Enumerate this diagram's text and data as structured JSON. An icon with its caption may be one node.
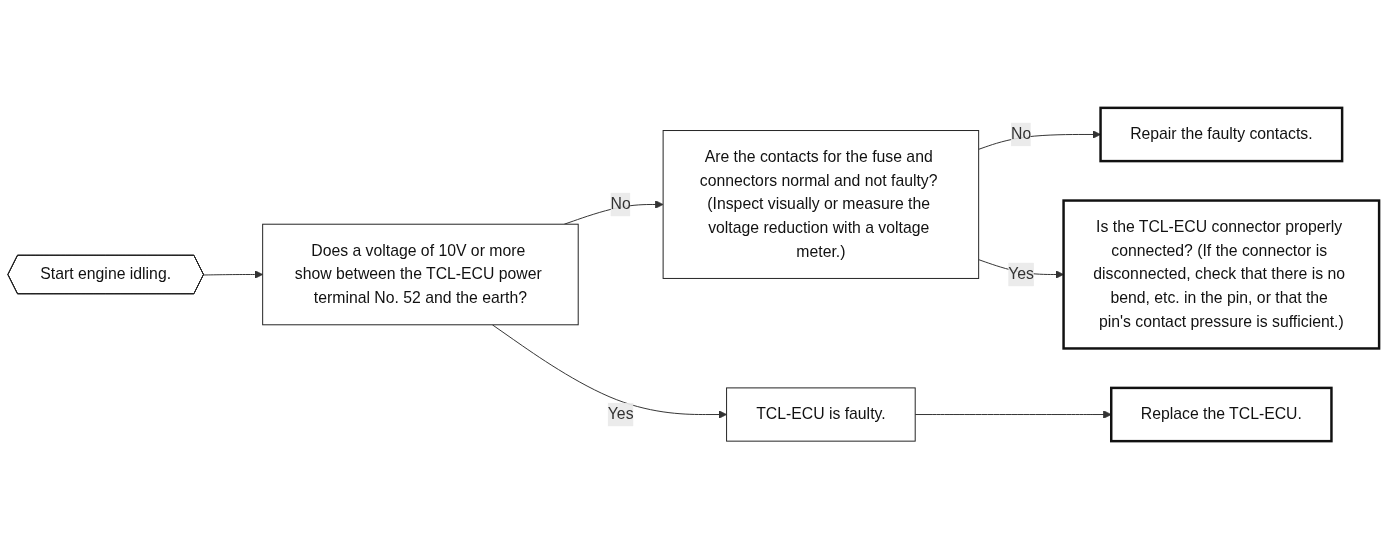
{
  "diagram": {
    "nodes": [
      {
        "text": [
          "Start engine idling."
        ]
      },
      {
        "text": [
          "Does a voltage of 10V or more show between the TCL-ECU power terminal No. 52 and the earth?"
        ]
      },
      {
        "text": [
          "Are the contacts for the fuse and connectors normal and not faulty? (Inspect visually or measure the voltage reduction with a voltage meter.)"
        ]
      },
      {
        "text": [
          "Repair the faulty contacts."
        ]
      },
      {
        "text": [
          "TCL-ECU is faulty."
        ]
      },
      {
        "text": [
          "Replace the TCL-ECU."
        ]
      },
      {
        "text": [
          "Is the TCL-ECU connector properly connected? (If the connector is disconnected, check that there is no bend, etc. in the pin, or that the pin's contact pressure is sufficient.)"
        ]
      }
    ],
    "edges": [
      {
        "from": 0,
        "to": 1,
        "arrow": "to"
      },
      {
        "from": 1,
        "to": 2,
        "label": "No",
        "arrow": "to"
      },
      {
        "from": 2,
        "to": 3,
        "label": "No",
        "arrow": "to"
      },
      {
        "from": 1,
        "to": 4,
        "label": "Yes",
        "arrow": "to"
      },
      {
        "from": 4,
        "to": 5,
        "arrow": "to"
      },
      {
        "from": 2,
        "to": 6,
        "label": "Yes",
        "arrow": "to"
      }
    ]
  }
}
